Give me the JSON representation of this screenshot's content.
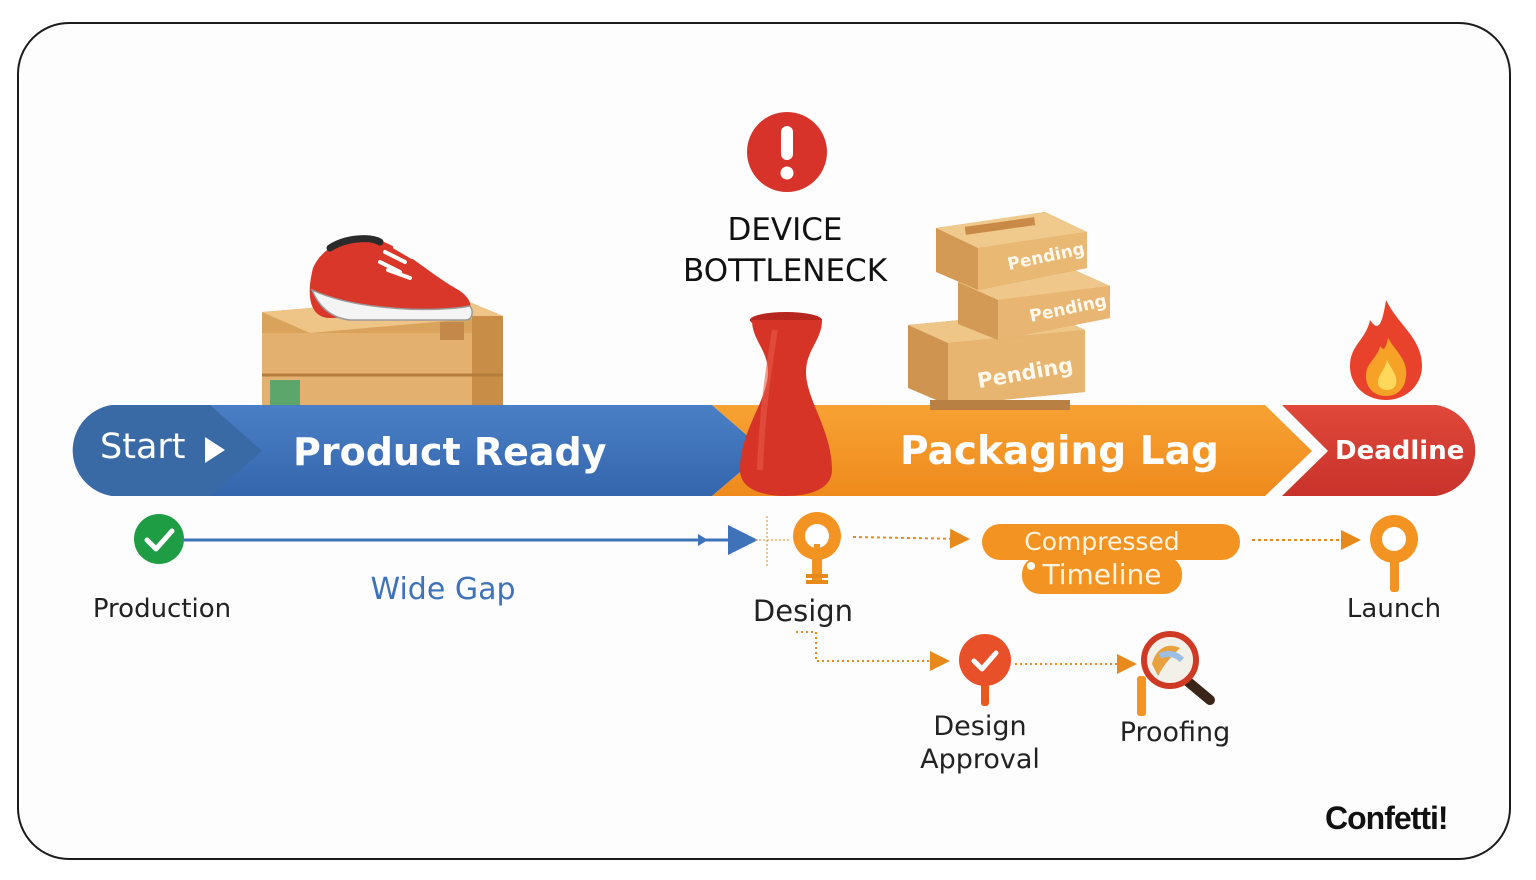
{
  "colors": {
    "blue": "#3f73b9",
    "blue_dark": "#2d5d9c",
    "orange": "#f39322",
    "orange_light": "#f7a63a",
    "red": "#d73a2b",
    "green": "#1e9d45",
    "box_tan": "#e5b56e"
  },
  "timeline": {
    "start_label": "Start",
    "phases": {
      "product_ready": "Product Ready",
      "packaging_lag": "Packaging Lag",
      "deadline": "Deadline"
    }
  },
  "bottleneck": {
    "line1": "DEVICE",
    "line2": "BOTTLENECK",
    "icon": "exclamation-icon"
  },
  "boxes": {
    "pending_labels": [
      "Pending",
      "Pending",
      "Pending"
    ]
  },
  "milestones": {
    "production": "Production",
    "wide_gap": "Wide Gap",
    "design": "Design",
    "compressed_timeline_line1": "Compressed",
    "compressed_timeline_line2": "Timeline",
    "launch": "Launch",
    "design_approval_line1": "Design",
    "design_approval_line2": "Approval",
    "proofing": "Proofing"
  },
  "icons": [
    "check-circle-icon",
    "pin-icon",
    "magnifier-icon",
    "flame-icon",
    "shoe-icon",
    "vase-icon",
    "box-icon"
  ],
  "brand": "Confetti!"
}
